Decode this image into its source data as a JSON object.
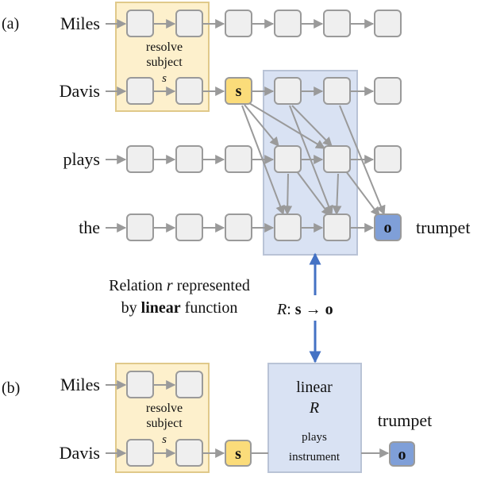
{
  "panel_a": {
    "marker": "(a)",
    "tokens": [
      "Miles",
      "Davis",
      "plays",
      "the"
    ],
    "resolve_label_line1": "resolve",
    "resolve_label_line2": "subject",
    "subject_var": "s",
    "subject_node": "s",
    "object_node": "o",
    "object_word": "trumpet"
  },
  "relation": {
    "text_line1": "Relation r represented",
    "text_prefix": "by ",
    "text_bold": "linear",
    "text_suffix": " function",
    "formula_R": "R",
    "formula_colon": ": ",
    "formula_s": "s",
    "formula_arrow": " → ",
    "formula_o": "o"
  },
  "panel_b": {
    "marker": "(b)",
    "tokens": [
      "Miles",
      "Davis"
    ],
    "resolve_label_line1": "resolve",
    "resolve_label_line2": "subject",
    "subject_var": "s",
    "subject_node": "s",
    "box_title": "linear",
    "box_var": "R",
    "box_desc_line1": "plays",
    "box_desc_line2": "instrument",
    "object_word": "trumpet",
    "object_node": "o"
  },
  "colors": {
    "resolve_fill": "#fdf0cc",
    "resolve_stroke": "#e0c98a",
    "linear_fill": "#d9e2f3",
    "linear_stroke": "#b9c3d6",
    "subject_fill": "#fbdc7a",
    "object_fill": "#7f9fd8",
    "relation_arrow": "#4472c4"
  }
}
